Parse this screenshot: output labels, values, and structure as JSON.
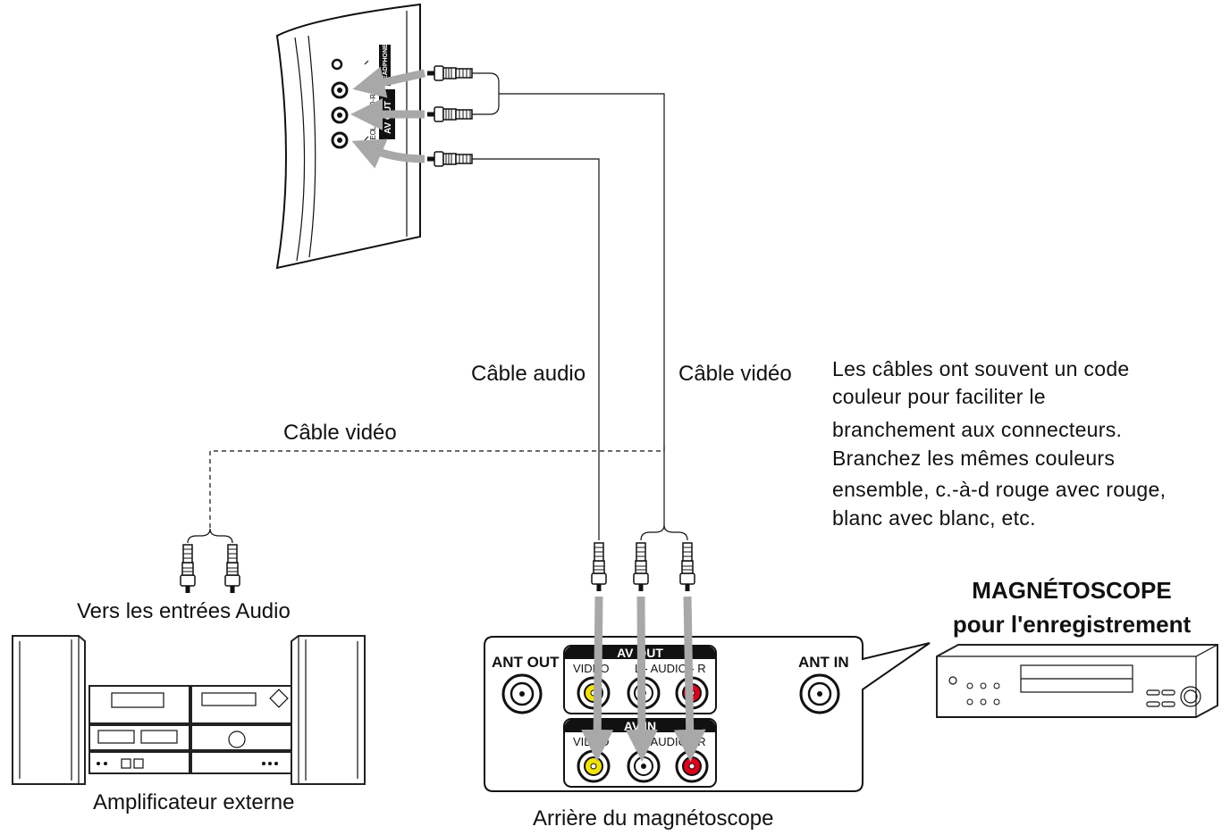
{
  "labels": {
    "cable_audio": "Câble audio",
    "cable_video_top": "Câble vidéo",
    "cable_video_dashed": "Câble vidéo",
    "to_audio_inputs": "Vers les entrées Audio",
    "external_amp": "Amplificateur externe",
    "vcr_rear": "Arrière du magnétoscope",
    "vcr_title_1": "MAGNÉTOSCOPE",
    "vcr_title_2": "pour l'enregistrement"
  },
  "note_lines": [
    "Les câbles ont souvent un code",
    "couleur pour faciliter le",
    "branchement aux connecteurs.",
    "Branchez les mêmes couleurs",
    "ensemble, c.-à-d rouge avec rouge,",
    "blanc avec blanc, etc."
  ],
  "tv_panel": {
    "headphone": "HEADPHONE",
    "av_out": "AV OUT",
    "audio": "L-AUDIO-R",
    "video": "VIDEO"
  },
  "vcr_panel": {
    "ant_out": "ANT OUT",
    "ant_in": "ANT IN",
    "av_out": "AV OUT",
    "av_in": "AV IN",
    "video": "VIDEO",
    "audio": "L - AUDIO - R"
  },
  "colors": {
    "yellow_jack": "#f2e400",
    "red_jack": "#e0001b",
    "white_jack": "#ffffff",
    "arrow_gray": "#a8a8a8"
  }
}
